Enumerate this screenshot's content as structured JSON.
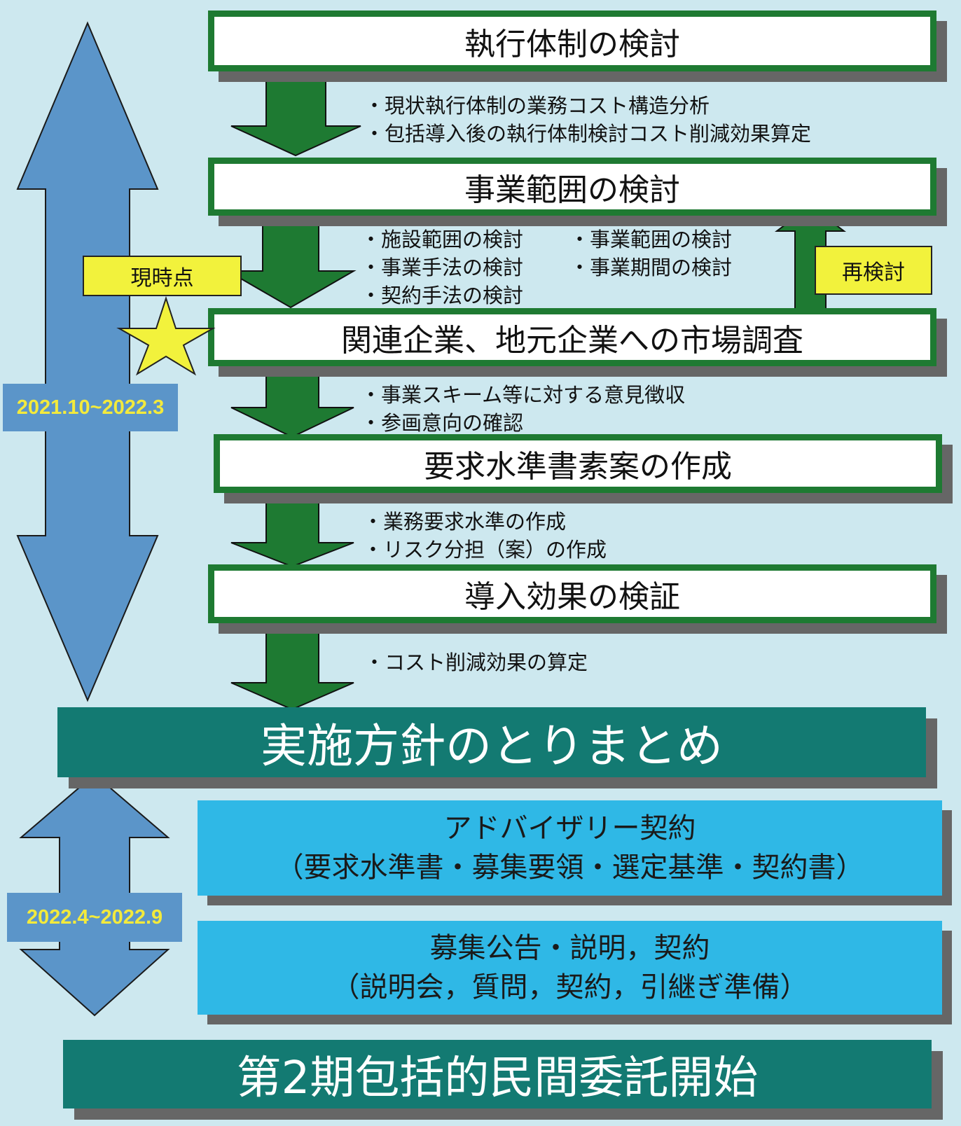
{
  "steps": [
    "執行体制の検討",
    "事業範囲の検討",
    "関連企業、地元企業への市場調査",
    "要求水準書素案の作成",
    "導入効果の検証"
  ],
  "notes": {
    "n1": [
      "・現状執行体制の業務コスト構造分析",
      "・包括導入後の執行体制検討コスト削減効果算定"
    ],
    "n2_left": [
      "・施設範囲の検討",
      "・事業手法の検討",
      "・契約手法の検討"
    ],
    "n2_right": [
      "・事業範囲の検討",
      "・事業期間の検討"
    ],
    "n3": [
      "・事業スキーム等に対する意見徴収",
      "・参画意向の確認"
    ],
    "n4": [
      "・業務要求水準の作成",
      "・リスク分担（案）の作成"
    ],
    "n5": [
      "・コスト削減効果の算定"
    ]
  },
  "labels": {
    "current": "現時点",
    "review": "再検討",
    "period1": "2021.10~2022.3",
    "period2": "2022.4~2022.9"
  },
  "policy": "実施方針のとりまとめ",
  "advisory": [
    "アドバイザリー契約",
    "（要求水準書・募集要領・選定基準・契約書）"
  ],
  "recruit": [
    "募集公告・説明，契約",
    "（説明会，質問，契約，引継ぎ準備）"
  ],
  "start": "第2期包括的民間委託開始",
  "colors": {
    "background": "#cde8ef",
    "step_border": "#1e7a32",
    "arrow_green": "#1e7a32",
    "arrow_blue": "#5b95c9",
    "teal": "#137a72",
    "cyan": "#2fb8e6",
    "yellow": "#f2f23c",
    "period_text": "#f3ea3c"
  }
}
